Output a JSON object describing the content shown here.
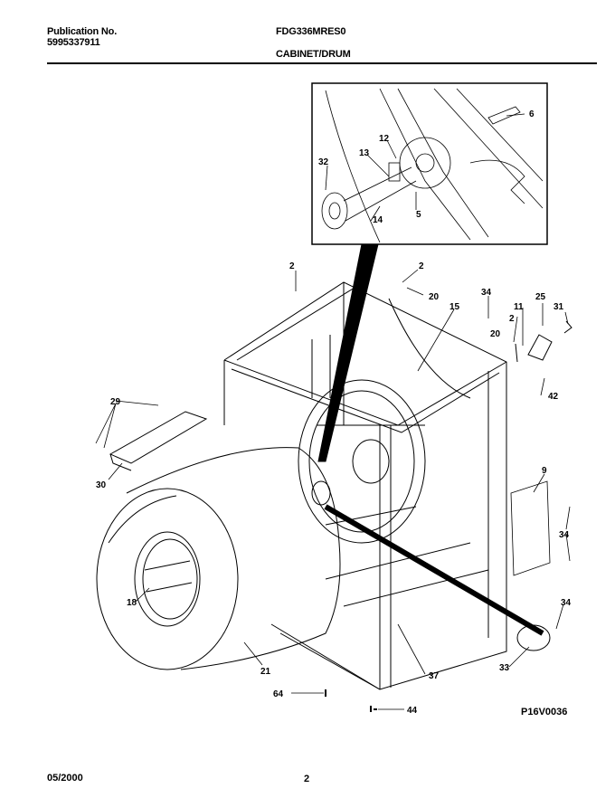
{
  "header": {
    "publication_label": "Publication No.",
    "publication_number": "5995337911",
    "model": "FDG336MRES0",
    "section_title": "CABINET/DRUM"
  },
  "diagram": {
    "reference_code": "P16V0036",
    "callouts": {
      "c2a": "2",
      "c2b": "2",
      "c2c": "2",
      "c20a": "20",
      "c20b": "20",
      "c34a": "34",
      "c34b": "34",
      "c34c": "34",
      "c11": "11",
      "c25": "25",
      "c31": "31",
      "c15": "15",
      "c42": "42",
      "c29": "29",
      "c30": "30",
      "c9": "9",
      "c18": "18",
      "c21": "21",
      "c37": "37",
      "c33": "33",
      "c64": "64",
      "c44": "44",
      "i6": "6",
      "i12": "12",
      "i13": "13",
      "i32": "32",
      "i14": "14",
      "i5": "5"
    }
  },
  "footer": {
    "date": "05/2000",
    "page": "2"
  }
}
